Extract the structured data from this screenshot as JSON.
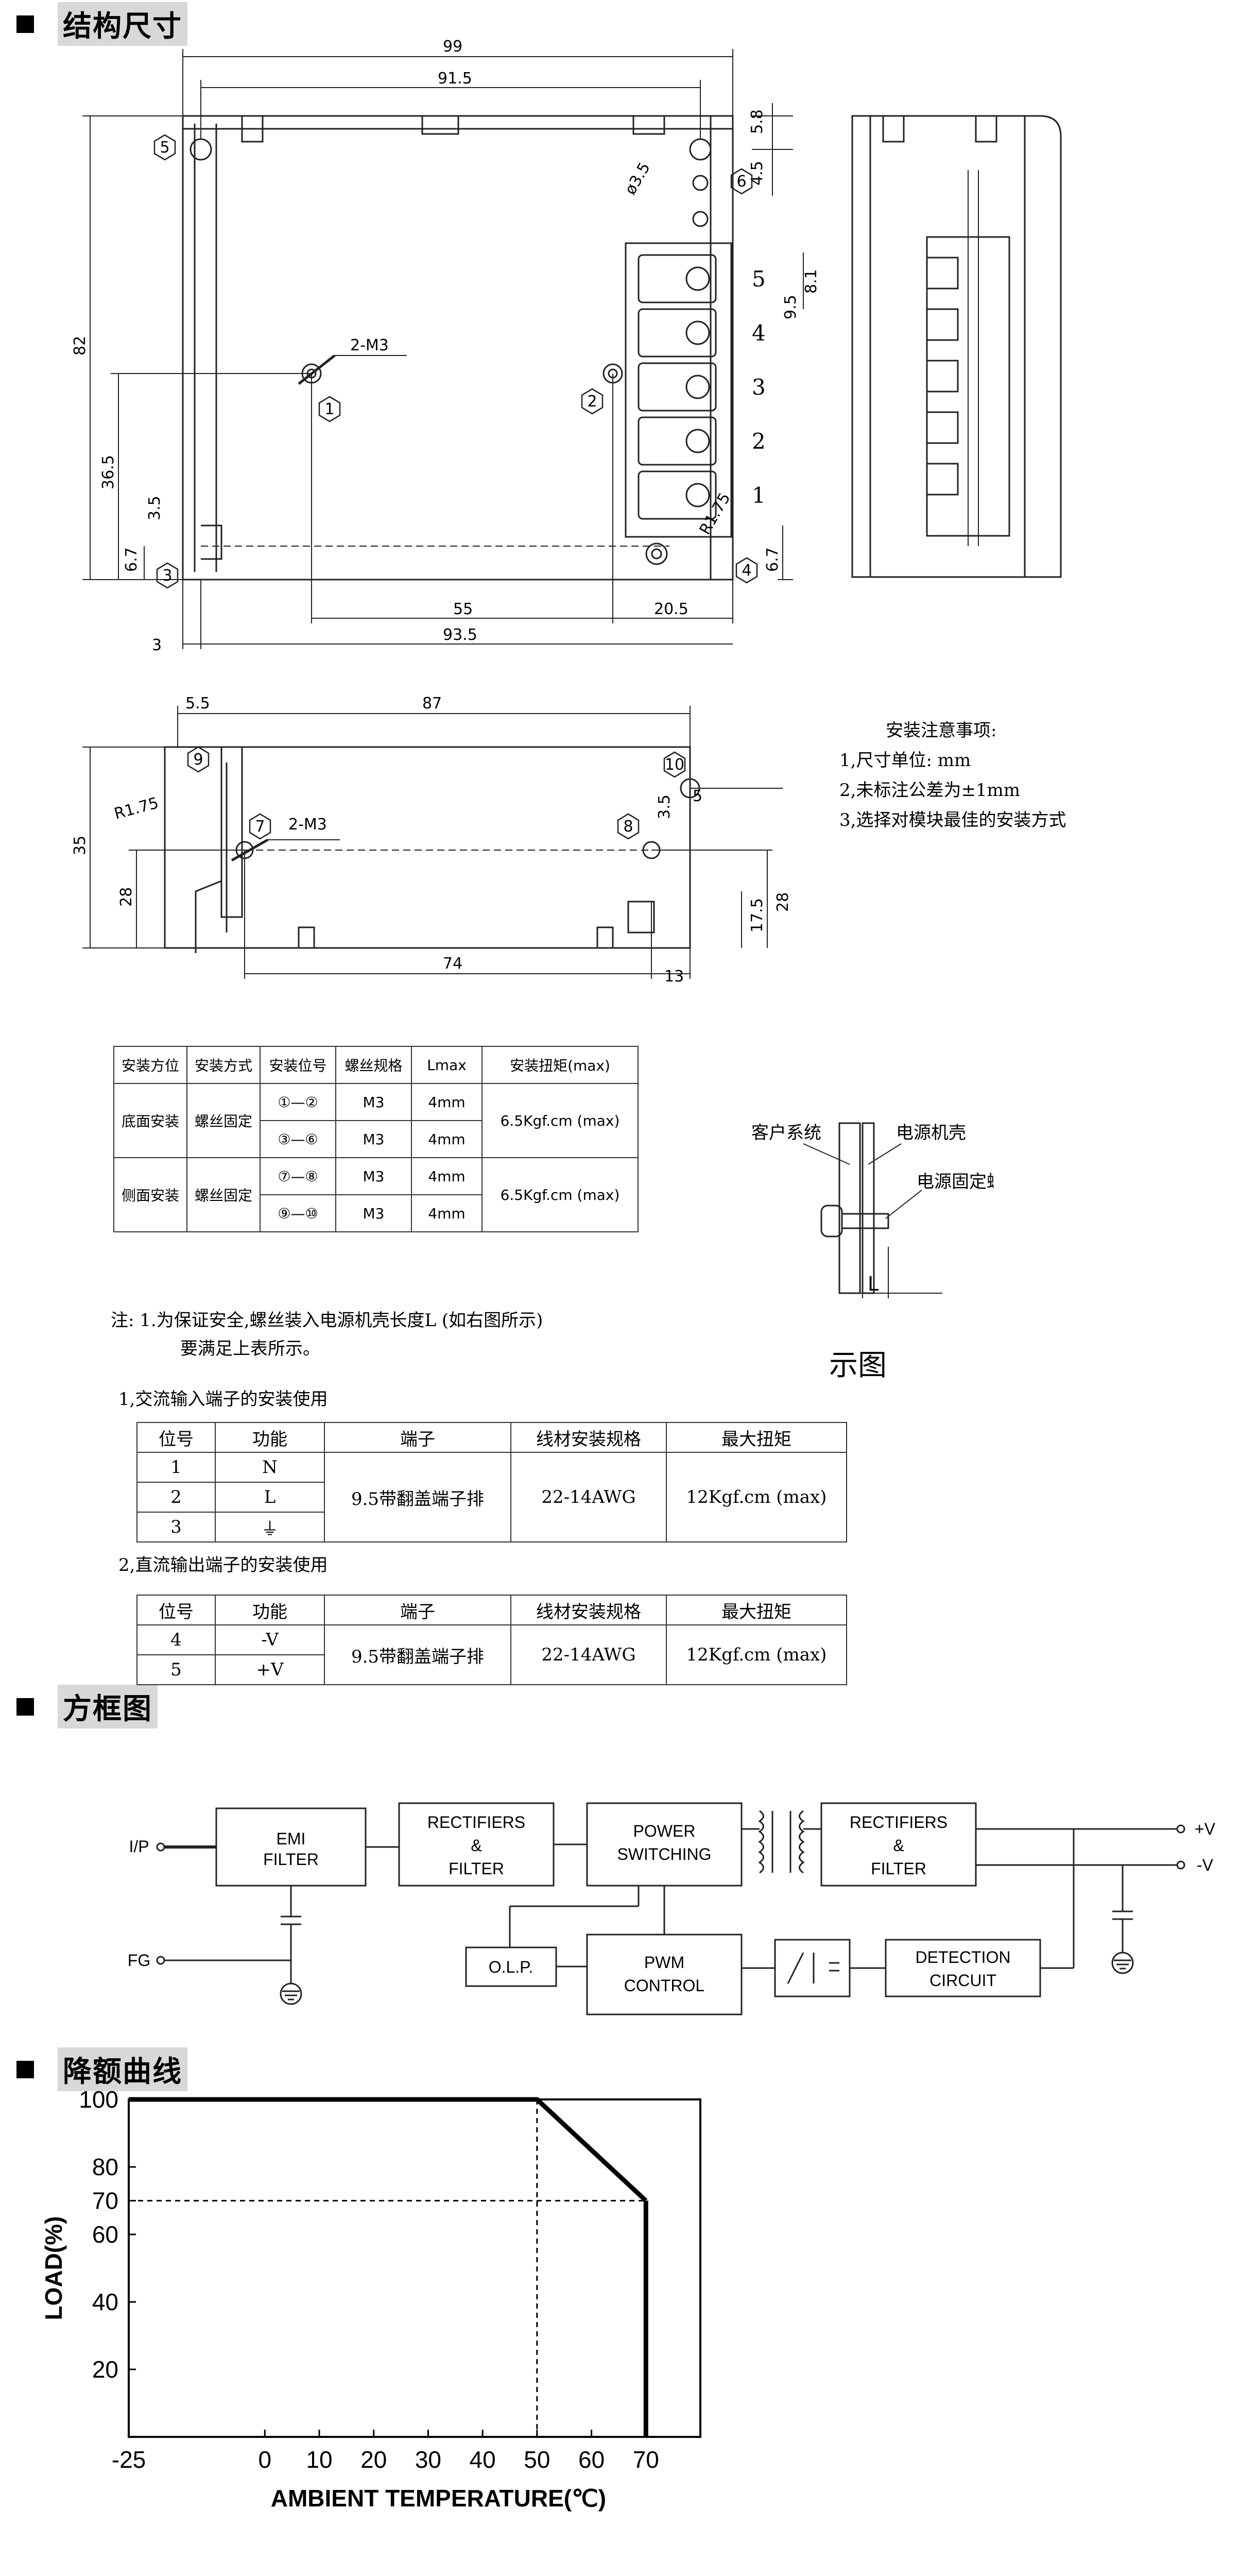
{
  "sections": {
    "structure_title": "结构尺寸",
    "block_title": "方框图",
    "derating_title": "降额曲线"
  },
  "top_view": {
    "dims": [
      "99",
      "91.5",
      "5.8",
      "4.5",
      "ø3.5",
      "8.1",
      "9.5",
      "2-M3",
      "82",
      "36.5",
      "3.5",
      "6.7",
      "R1.75",
      "6.7",
      "55",
      "20.5",
      "93.5",
      "3"
    ],
    "markers": [
      "1",
      "2",
      "3",
      "4",
      "5",
      "6"
    ],
    "terminal_numbers": [
      "5",
      "4",
      "3",
      "2",
      "1"
    ]
  },
  "side_view": {
    "dims": [
      "5.5",
      "87",
      "R1.75",
      "2-M3",
      "35",
      "28",
      "3.5",
      "5",
      "28",
      "17.5",
      "74",
      "13"
    ],
    "markers": [
      "7",
      "8",
      "9",
      "10"
    ]
  },
  "install_notes": {
    "heading": "安装注意事项:",
    "items": [
      "1,尺寸单位: mm",
      "2,未标注公差为±1mm",
      "3,选择对模块最佳的安装方式"
    ]
  },
  "mount_table": {
    "headers": [
      "安装方位",
      "安装方式",
      "安装位号",
      "螺丝规格",
      "Lmax",
      "安装扭矩(max)"
    ],
    "groups": [
      {
        "position": "底面安装",
        "method": "螺丝固定",
        "rows": [
          {
            "pair": "①—②",
            "screw": "M3",
            "lmax": "4mm"
          },
          {
            "pair": "③—⑥",
            "screw": "M3",
            "lmax": "4mm"
          }
        ],
        "torque": "6.5Kgf.cm (max)"
      },
      {
        "position": "侧面安装",
        "method": "螺丝固定",
        "rows": [
          {
            "pair": "⑦—⑧",
            "screw": "M3",
            "lmax": "4mm"
          },
          {
            "pair": "⑨—⑩",
            "screw": "M3",
            "lmax": "4mm"
          }
        ],
        "torque": "6.5Kgf.cm (max)"
      }
    ]
  },
  "illustration": {
    "customer_system": "客户系统",
    "psu_case": "电源机壳",
    "fix_screw": "电源固定螺丝",
    "l_label": "L",
    "caption": "示图"
  },
  "note": {
    "line1": "注: 1.为保证安全,螺丝装入电源机壳长度L (如右图所示)",
    "line2": "要满足上表所示。"
  },
  "ac_table": {
    "caption": "1,交流输入端子的安装使用",
    "headers": [
      "位号",
      "功能",
      "端子",
      "线材安装规格",
      "最大扭矩"
    ],
    "rows": [
      [
        "1",
        "N"
      ],
      [
        "2",
        "L"
      ],
      [
        "3",
        "⏚"
      ]
    ],
    "terminal": "9.5带翻盖端子排",
    "wire": "22-14AWG",
    "torque": "12Kgf.cm (max)"
  },
  "dc_table": {
    "caption": "2,直流输出端子的安装使用",
    "headers": [
      "位号",
      "功能",
      "端子",
      "线材安装规格",
      "最大扭矩"
    ],
    "rows": [
      [
        "4",
        "-V"
      ],
      [
        "5",
        "+V"
      ]
    ],
    "terminal": "9.5带翻盖端子排",
    "wire": "22-14AWG",
    "torque": "12Kgf.cm (max)"
  },
  "block_diagram": {
    "ip": "I/P",
    "fg": "FG",
    "emi": [
      "EMI",
      "FILTER"
    ],
    "rect1": [
      "RECTIFIERS",
      "&",
      "FILTER"
    ],
    "power": [
      "POWER",
      "SWITCHING"
    ],
    "rect2": [
      "RECTIFIERS",
      "&",
      "FILTER"
    ],
    "olp": "O.L.P.",
    "pwm": [
      "PWM",
      "CONTROL"
    ],
    "detection": [
      "DETECTION",
      "CIRCUIT"
    ],
    "plus_v": "+V",
    "minus_v": "-V"
  },
  "chart_data": {
    "type": "line",
    "x": [
      -25,
      50,
      70
    ],
    "series": [
      {
        "values": [
          100,
          100,
          70
        ]
      }
    ],
    "xlabel": "AMBIENT TEMPERATURE(℃)",
    "ylabel": "LOAD(%)",
    "xticks": [
      -25,
      0,
      10,
      20,
      30,
      40,
      50,
      60,
      70
    ],
    "yticks": [
      20,
      40,
      60,
      70,
      80,
      100
    ],
    "xlim": [
      -25,
      80
    ],
    "ylim": [
      0,
      100
    ],
    "reference_lines": {
      "x": 50,
      "y": 70
    }
  }
}
